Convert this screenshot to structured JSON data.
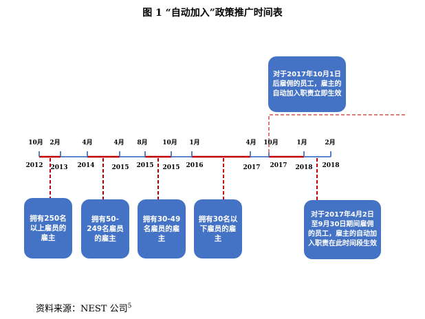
{
  "title": "图 1  “自动加入”政策推广时间表",
  "months": [
    "10月",
    "2月",
    "4月",
    "4月",
    "8月",
    "10月",
    "1月",
    "4月",
    "10月",
    "1月",
    "2月"
  ],
  "years": [
    "2012",
    "2013",
    "2014",
    "2015",
    "2015",
    "2015",
    "2016",
    "2017",
    "2017",
    "2018",
    "2018"
  ],
  "boxes": {
    "b1": "拥有250名以上雇员的雇主",
    "b2": "拥有50-249名雇员的雇主",
    "b3": "拥有30-49名雇员的雇主",
    "b4": "拥有30名以下雇员的雇主",
    "b5": "对于2017年4月2日至9月30日期间雇佣的员工，雇主的自动加入职责在此时间段生效",
    "top": "对于2017年10月1日后雇佣的员工，雇主的自动加入职责立即生效"
  },
  "source": "资料来源：NEST 公司",
  "source_note": "5",
  "colors": {
    "box": "#4472c4",
    "red": "#c00000",
    "blue": "#4472c4",
    "lightred": "#e07b7b"
  }
}
